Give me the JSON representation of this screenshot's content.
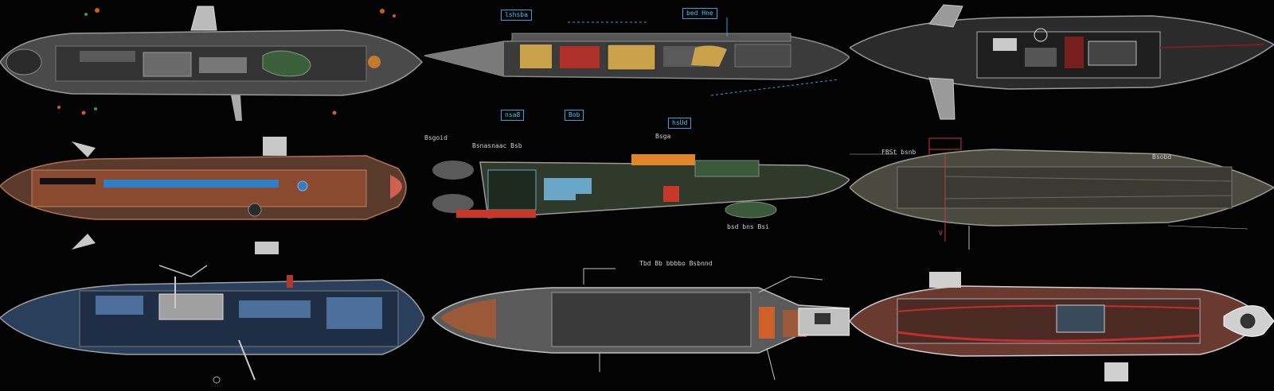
{
  "image": {
    "width": 1600,
    "height": 492,
    "background": "#000000",
    "layout": "3x3 grid of submarine cutaway illustrations"
  },
  "tiles": [
    {
      "name": "submarine-gray-cutaway",
      "palette": [
        "#4a4a4a",
        "#8a8a8a",
        "#3a5f3a",
        "#c47a2c"
      ]
    },
    {
      "name": "submarine-blue-labeled-cutaway",
      "palette": [
        "#3b3b3b",
        "#c9a24a",
        "#b0302a",
        "#2aa6d9"
      ],
      "labels": [
        "lshsba",
        "bed Hne",
        "nsa8",
        "Bob",
        "hsUd"
      ]
    },
    {
      "name": "submarine-silver-fin-cutaway",
      "palette": [
        "#2b2b2b",
        "#9a9a9a",
        "#c9c9c9",
        "#7a1f1f"
      ]
    },
    {
      "name": "submarine-rust-cutaway",
      "palette": [
        "#8a4a2f",
        "#5a3a2a",
        "#2f7fc4",
        "#c8c8c8"
      ]
    },
    {
      "name": "submarine-green-labeled-cutaway",
      "palette": [
        "#2f3a2a",
        "#e0852a",
        "#c8382a",
        "#6aa6c8"
      ],
      "labels": [
        "Bsgoid",
        "Bsnasnaac Bsb",
        "Bsga",
        "bsd bns Bsi"
      ]
    },
    {
      "name": "submarine-dark-dimension-cutaway",
      "palette": [
        "#4a4a40",
        "#6a6a5a",
        "#c83a3a",
        "#bdbdbd"
      ],
      "labels": [
        "FBSt bsnb",
        "Bsobd",
        "V"
      ]
    },
    {
      "name": "submarine-blue-mech-cutaway",
      "palette": [
        "#2a3f5c",
        "#4c6f9c",
        "#a0a0a0",
        "#b03a2a"
      ]
    },
    {
      "name": "submarine-bronze-deck-cutaway",
      "palette": [
        "#5a5a5a",
        "#9a5a3a",
        "#c0c0c0",
        "#d0602a"
      ],
      "labels": [
        "Tbd Bb bbbbo Bsbnnd"
      ]
    },
    {
      "name": "submarine-red-wire-cutaway",
      "palette": [
        "#6a3a30",
        "#c03030",
        "#d0d0d0",
        "#3a4a5a"
      ]
    }
  ]
}
